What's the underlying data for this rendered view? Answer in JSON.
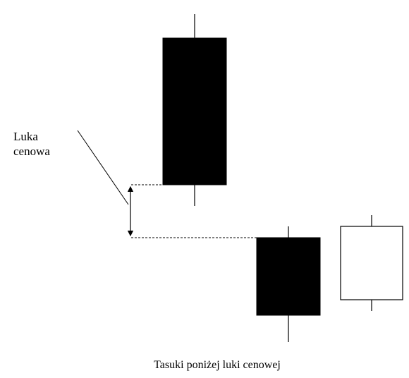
{
  "annotation": {
    "line1": "Luka",
    "line2": "cenowa"
  },
  "caption": "Tasuki poniżej luki cenowej",
  "colors": {
    "bearish_body": "#000000",
    "bullish_body": "#ffffff",
    "stroke": "#000000",
    "background": "#ffffff"
  }
}
